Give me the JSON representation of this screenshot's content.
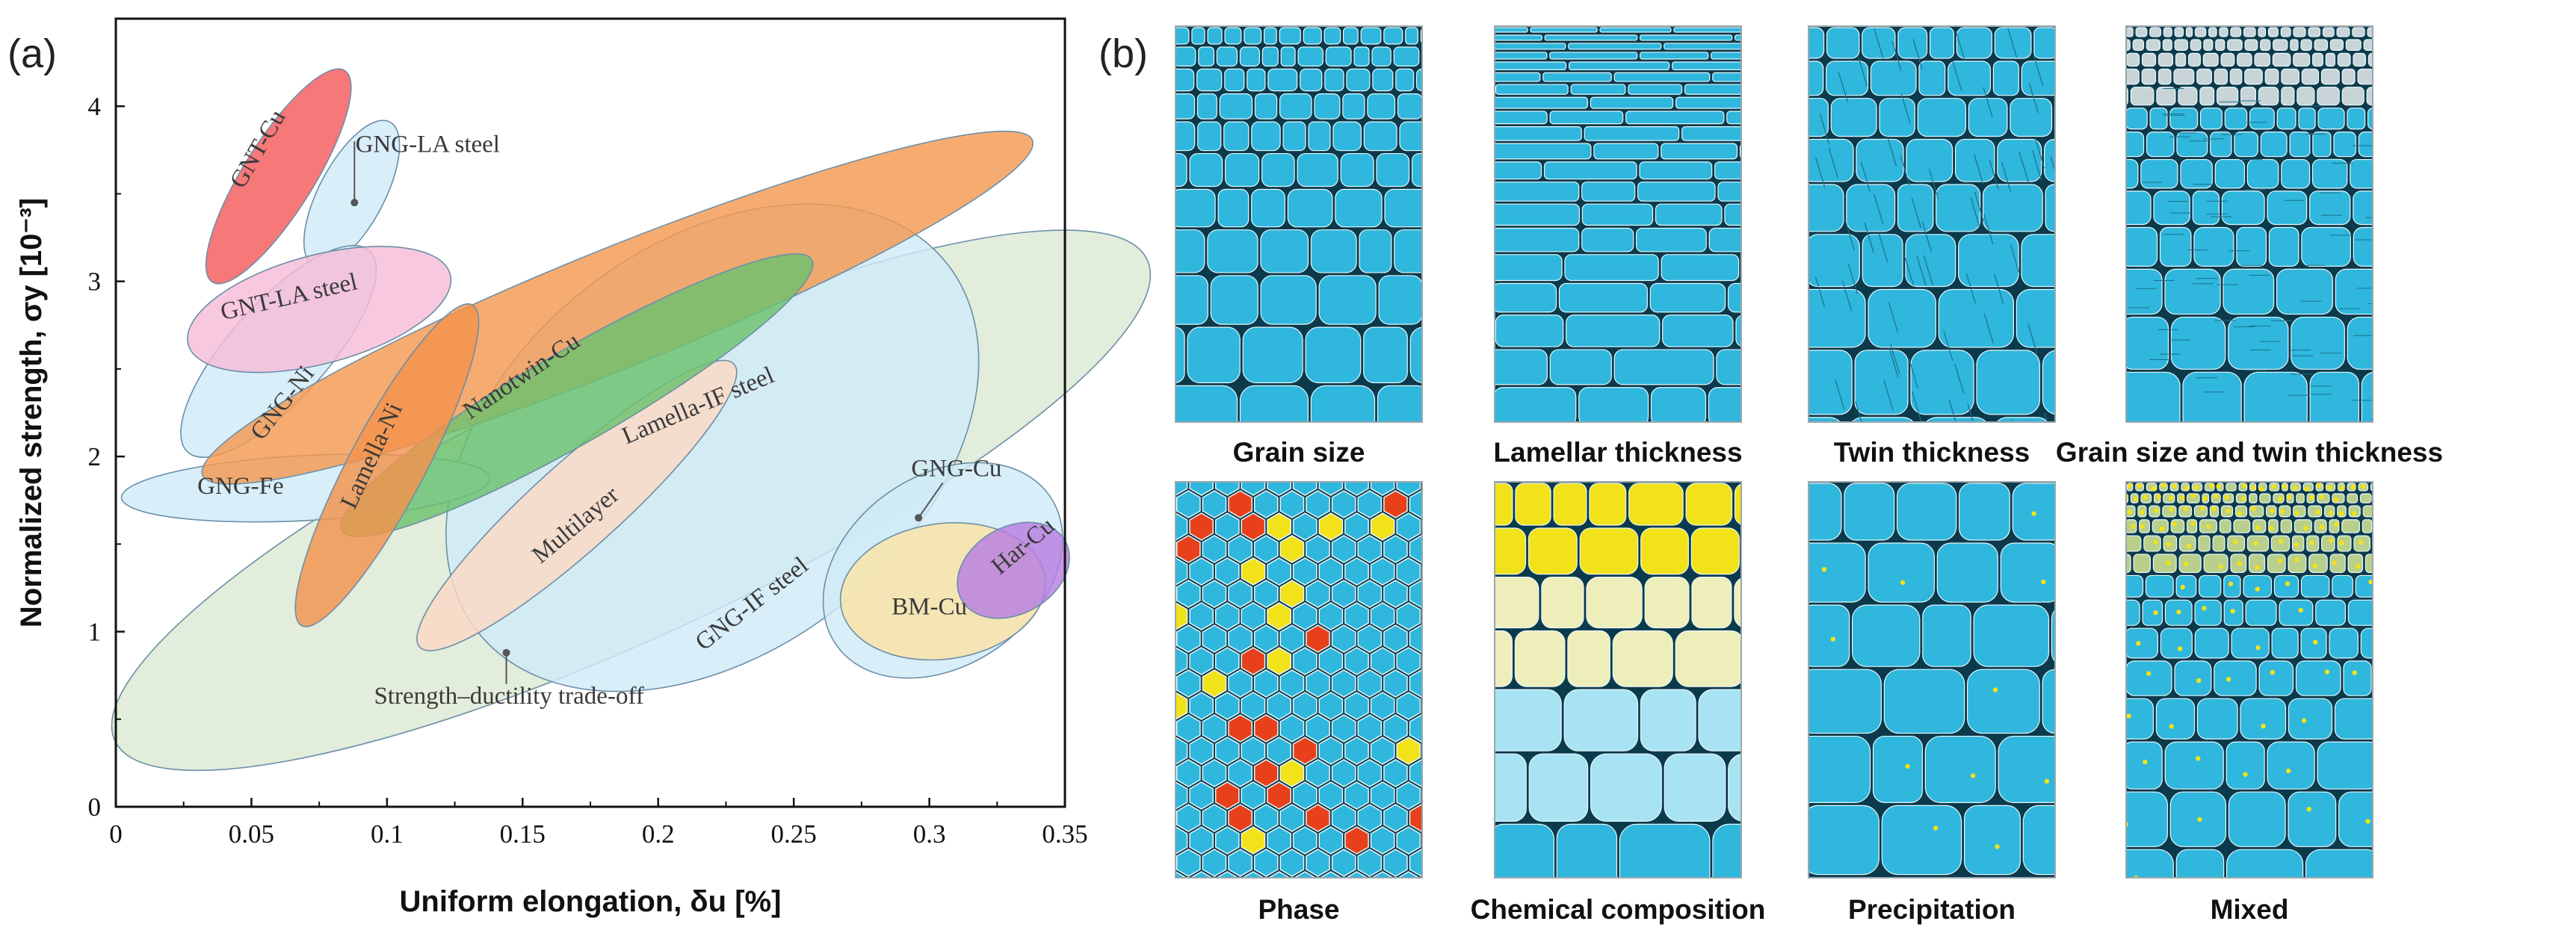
{
  "panel_a": {
    "label": "(a)"
  },
  "panel_b": {
    "label": "(b)",
    "tiles": [
      {
        "caption": "Grain size",
        "pattern": "grain"
      },
      {
        "caption": "Lamellar thickness",
        "pattern": "lamella"
      },
      {
        "caption": "Twin thickness",
        "pattern": "twin"
      },
      {
        "caption": "Grain size and twin thickness",
        "pattern": "gradient-twin"
      },
      {
        "caption": "Phase",
        "pattern": "phase"
      },
      {
        "caption": "Chemical composition",
        "pattern": "chem"
      },
      {
        "caption": "Precipitation",
        "pattern": "precip"
      },
      {
        "caption": "Mixed",
        "pattern": "mixed"
      }
    ],
    "colors": {
      "cyan": "#2fb7dd",
      "edge": "#0b3a4c",
      "yellow": "#f2e21a",
      "red": "#e8401a",
      "yellow_soft": "#eeeebb"
    }
  },
  "chart_data": {
    "type": "scatter",
    "title": "",
    "xlabel": "Uniform elongation, δu [%]",
    "ylabel": "Normalized strength, σy [10⁻³]",
    "xlim": [
      0,
      0.35
    ],
    "ylim": [
      0,
      4.5
    ],
    "xticks": [
      0,
      0.05,
      0.1,
      0.15,
      0.2,
      0.25,
      0.3,
      0.35
    ],
    "xtick_labels": [
      "0",
      "0.05",
      "0.1",
      "0.15",
      "0.2",
      "0.25",
      "0.3",
      "0.35"
    ],
    "yticks": [
      0,
      1,
      2,
      3,
      4
    ],
    "ytick_labels": [
      "0",
      "1",
      "2",
      "3",
      "4"
    ],
    "regions": [
      {
        "label": "Strength–ductility trade-off",
        "cx": 0.19,
        "cy": 1.75,
        "rx": 0.21,
        "ry": 0.05,
        "angle_deg": -25,
        "color": "#dce9d3",
        "label_x": 0.145,
        "label_y": 0.62,
        "label_angle": 0
      },
      {
        "label": "GNG-IF steel",
        "cx": 0.22,
        "cy": 2.05,
        "rx": 0.11,
        "ry": 0.075,
        "angle_deg": -38,
        "color": "#cfeaf6",
        "label_x": 0.235,
        "label_y": 1.15,
        "label_angle": -38
      },
      {
        "label": "GNG-Cu",
        "cx": 0.305,
        "cy": 1.35,
        "rx": 0.048,
        "ry": 0.035,
        "angle_deg": -35,
        "color": "#cfeaf6",
        "label_x": 0.31,
        "label_y": 1.92,
        "label_angle": 0
      },
      {
        "label": "GNG-LA steel",
        "cx": 0.087,
        "cy": 3.5,
        "rx": 0.03,
        "ry": 0.012,
        "angle_deg": -62,
        "color": "#cfeaf6",
        "label_x": 0.115,
        "label_y": 3.77,
        "label_angle": 0
      },
      {
        "label": "GNG-Ni",
        "cx": 0.06,
        "cy": 2.6,
        "rx": 0.05,
        "ry": 0.018,
        "angle_deg": -48,
        "color": "#cfeaf6",
        "label_x": 0.062,
        "label_y": 2.3,
        "label_angle": -52
      },
      {
        "label": "GNG-Fe",
        "cx": 0.07,
        "cy": 1.82,
        "rx": 0.068,
        "ry": 0.012,
        "angle_deg": -3,
        "color": "#cfeaf6",
        "label_x": 0.046,
        "label_y": 1.82,
        "label_angle": 0
      },
      {
        "label": "Multilayer",
        "cx": 0.17,
        "cy": 1.72,
        "rx": 0.078,
        "ry": 0.016,
        "angle_deg": -42,
        "color": "#fbd9c4",
        "label_x": 0.17,
        "label_y": 1.6,
        "label_angle": -40
      },
      {
        "label": "Lamella-IF steel",
        "cx": 0.185,
        "cy": 2.85,
        "rx": 0.165,
        "ry": 0.022,
        "angle_deg": -22,
        "color": "#f49a52",
        "label_x": 0.215,
        "label_y": 2.28,
        "label_angle": -23
      },
      {
        "label": "Nanotwin-Cu",
        "cx": 0.17,
        "cy": 2.35,
        "rx": 0.1,
        "ry": 0.017,
        "angle_deg": -30,
        "color": "#6cc16e",
        "label_x": 0.15,
        "label_y": 2.45,
        "label_angle": -34
      },
      {
        "label": "Lamella-Ni",
        "cx": 0.1,
        "cy": 1.95,
        "rx": 0.067,
        "ry": 0.014,
        "angle_deg": -62,
        "color": "#f3924c",
        "label_x": 0.095,
        "label_y": 2.0,
        "label_angle": -65
      },
      {
        "label": "GNT-LA steel",
        "cx": 0.075,
        "cy": 2.84,
        "rx": 0.05,
        "ry": 0.02,
        "angle_deg": -15,
        "color": "#f7bcd8",
        "label_x": 0.064,
        "label_y": 2.9,
        "label_angle": -13
      },
      {
        "label": "GNT-Cu",
        "cx": 0.06,
        "cy": 3.6,
        "rx": 0.046,
        "ry": 0.013,
        "angle_deg": -58,
        "color": "#f45a5a",
        "label_x": 0.053,
        "label_y": 3.75,
        "label_angle": -60
      },
      {
        "label": "BM-Cu",
        "cx": 0.305,
        "cy": 1.23,
        "rx": 0.038,
        "ry": 0.025,
        "angle_deg": -8,
        "color": "#fbe3a6",
        "label_x": 0.3,
        "label_y": 1.13,
        "label_angle": 0
      },
      {
        "label": "Har-Cu",
        "cx": 0.331,
        "cy": 1.35,
        "rx": 0.022,
        "ry": 0.016,
        "angle_deg": -30,
        "color": "#b87ee0",
        "label_x": 0.335,
        "label_y": 1.48,
        "label_angle": -40
      }
    ],
    "markers": [
      {
        "label": "GNG-LA steel",
        "x": 0.088,
        "y": 3.45,
        "line_to": [
          0.088,
          3.8
        ]
      },
      {
        "label": "GNG-Cu",
        "x": 0.296,
        "y": 1.65,
        "line_to": [
          0.305,
          1.85
        ]
      },
      {
        "label": "Strength–ductility trade-off",
        "x": 0.144,
        "y": 0.88,
        "line_to": [
          0.144,
          0.7
        ]
      }
    ]
  }
}
